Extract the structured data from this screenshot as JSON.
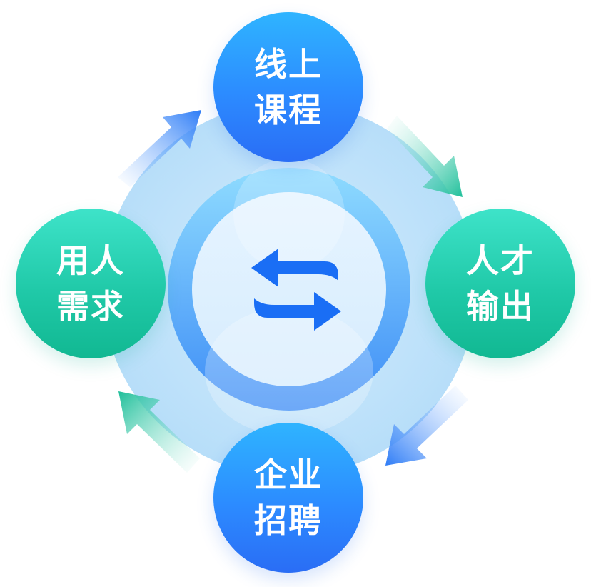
{
  "nodes": {
    "top": {
      "line1": "线上",
      "line2": "课程"
    },
    "right": {
      "line1": "人才",
      "line2": "输出"
    },
    "bottom": {
      "line1": "企业",
      "line2": "招聘"
    },
    "left": {
      "line1": "用人",
      "line2": "需求"
    }
  },
  "center_icon": "exchange-arrows-icon",
  "colors": {
    "blue_node": "#2c8bff",
    "green_node": "#20c9a8",
    "ring_background": "#bfe3fb",
    "center_ring": "#5aa8ff",
    "center_arrows": "#1a6ef5"
  }
}
